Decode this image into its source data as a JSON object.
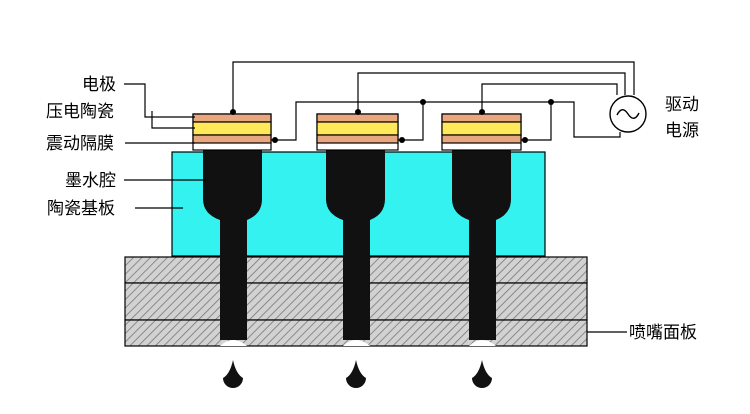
{
  "labels": {
    "electrode": "电极",
    "piezo": "压电陶瓷",
    "diaphragm": "震动隔膜",
    "ink_chamber": "墨水腔",
    "substrate": "陶瓷基板",
    "nozzle_plate": "喷嘴面板",
    "driver_line1": "驱动",
    "driver_line2": "电源"
  },
  "colors": {
    "substrate": "#33f2f0",
    "piezo": "#ffe85a",
    "electrode": "#e8a77e",
    "ink": "#111111",
    "plate": "#cfcfcf",
    "wire": "#000000"
  },
  "actuator_count": 3,
  "icons": [
    "ac-source-icon",
    "ink-droplet-icon"
  ]
}
